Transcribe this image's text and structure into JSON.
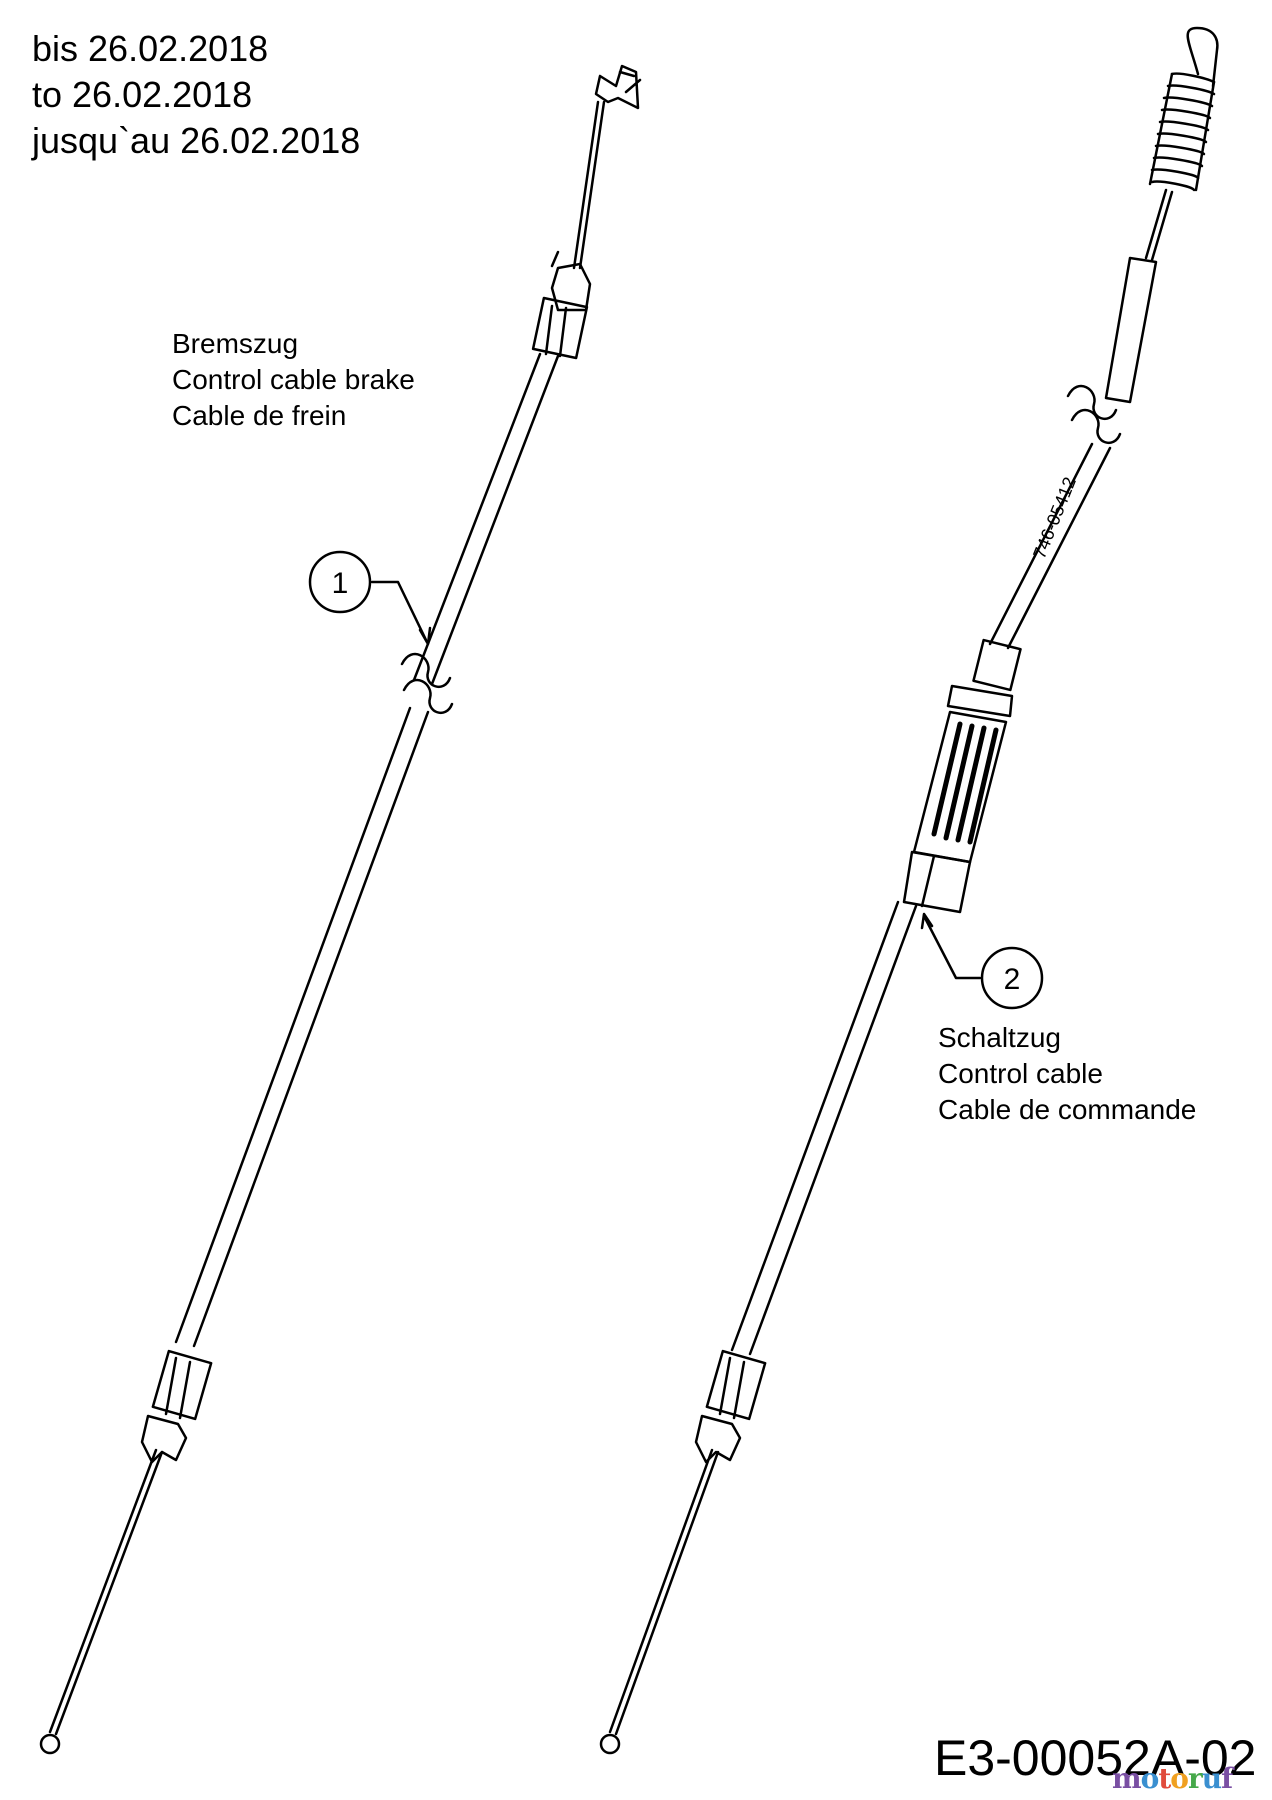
{
  "date_note": {
    "de": "bis 26.02.2018",
    "en": "to 26.02.2018",
    "fr": "jusqu`au 26.02.2018"
  },
  "parts": [
    {
      "callout": "1",
      "name_de": "Bremszug",
      "name_en": "Control cable brake",
      "name_fr": "Cable de frein"
    },
    {
      "callout": "2",
      "name_de": "Schaltzug",
      "name_en": "Control cable",
      "name_fr": "Cable de commande",
      "part_marking": "746-05412"
    }
  ],
  "drawing_code": "E3-00052A-02",
  "watermark": {
    "text": "motoruf",
    "letters": [
      "m",
      "o",
      "t",
      "o",
      "r",
      "u",
      "f"
    ],
    "colors": [
      "#7a4fa3",
      "#3a8fd0",
      "#e04b3c",
      "#f0a020",
      "#46a84a",
      "#3a8fd0",
      "#7a4fa3"
    ]
  }
}
